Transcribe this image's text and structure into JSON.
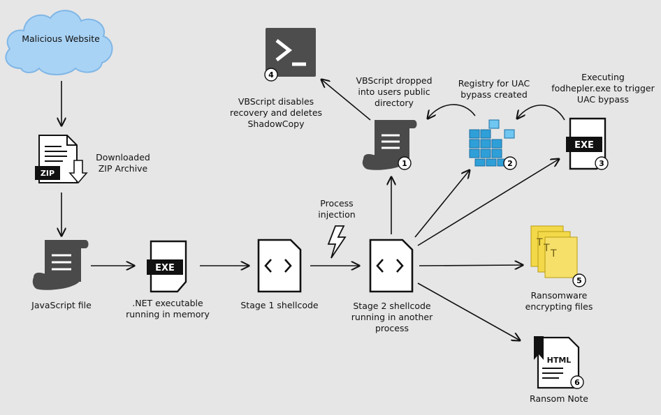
{
  "nodes": {
    "website": "Malicious Website",
    "zip_archive": "Downloaded\nZIP Archive",
    "zip_badge": "ZIP",
    "js_file": "JavaScript file",
    "dotnet": ".NET executable\nrunning in memory",
    "exe_badge": "EXE",
    "stage1": "Stage 1 shellcode",
    "process_injection": "Process\ninjection",
    "stage2": "Stage 2 shellcode\nrunning in another\nprocess",
    "vbs_dropped": "VBScript dropped\ninto users public\ndirectory",
    "registry": "Registry for UAC\nbypass created",
    "fodhelper": "Executing\nfodhepler.exe to trigger\nUAC bypass",
    "vbs_disables": "VBScript disables\nrecovery and deletes\nShadowCopy",
    "ransomware": "Ransomware\nencrypting files",
    "ransom_note": "Ransom Note",
    "html_badge": "HTML"
  },
  "steps": [
    "1",
    "2",
    "3",
    "4",
    "5",
    "6"
  ],
  "colors": {
    "background": "#e6e6e6",
    "cloud": "#a9d3f5",
    "cloud_stroke": "#7fb6e6",
    "icon_dark": "#4a4a4a",
    "powershell_bg": "#4d4d4d",
    "registry_blue": "#2f9fd8",
    "file_yellow": "#f3d949"
  },
  "icons": [
    "cloud-icon",
    "zip-file-icon",
    "script-scroll-icon",
    "exe-file-icon",
    "code-file-icon",
    "lightning-icon",
    "powershell-icon",
    "registry-icon",
    "text-files-icon",
    "html-file-icon"
  ]
}
